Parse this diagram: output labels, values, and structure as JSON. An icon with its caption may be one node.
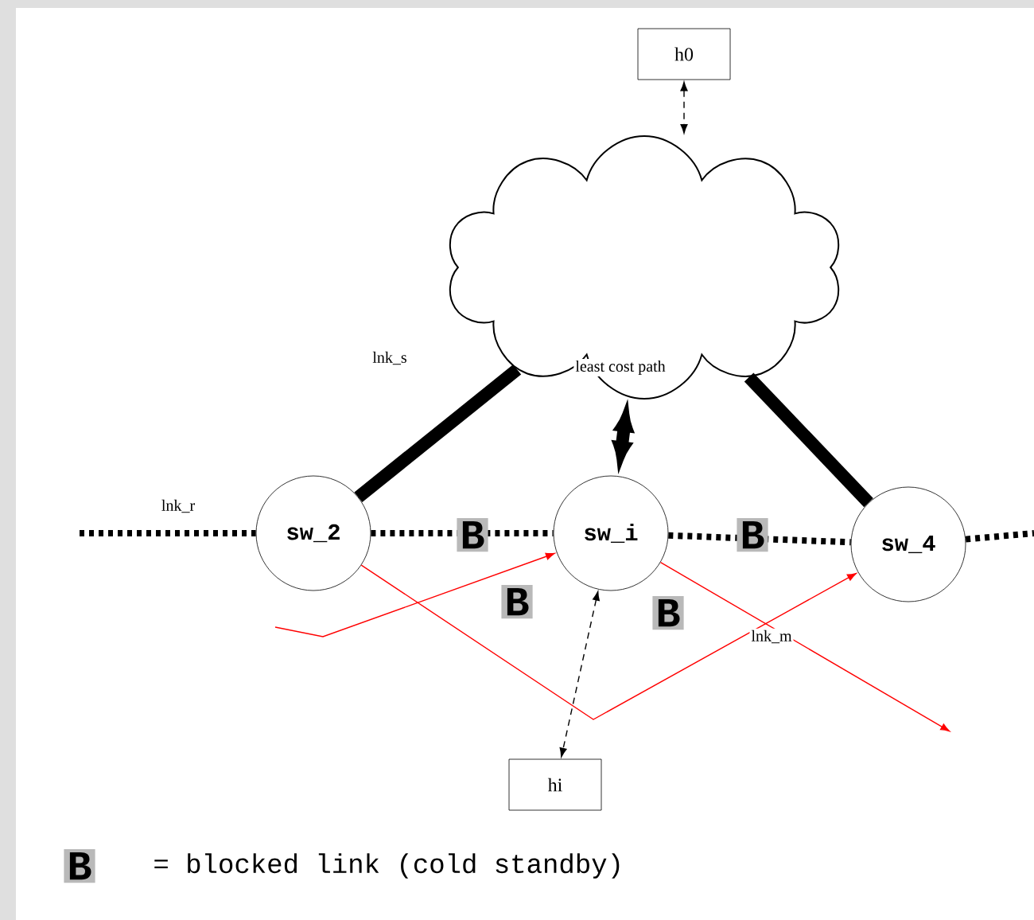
{
  "diagram": {
    "nodes": [
      {
        "text": [
          "h0"
        ]
      },
      {
        "text": [],
        "shape": "cloud"
      },
      {
        "text": [
          "sw_2"
        ]
      },
      {
        "text": [
          "sw_i"
        ]
      },
      {
        "text": [
          "sw_4"
        ]
      },
      {
        "text": [
          "hi"
        ]
      }
    ],
    "edges": [
      {
        "from": 0,
        "to": 1,
        "arrow": "both",
        "style": "dashed"
      },
      {
        "from": 1,
        "to": 2,
        "arrow": "none",
        "style": "thick",
        "label": "lnk_s"
      },
      {
        "from": 1,
        "to": 3,
        "arrow": "both",
        "style": "thick",
        "label": "least cost path"
      },
      {
        "from": 1,
        "to": 4,
        "arrow": "none",
        "style": "thick"
      },
      {
        "from": null,
        "to": 2,
        "arrow": "none",
        "style": "dashed",
        "label": "lnk_r"
      },
      {
        "from": 2,
        "to": 3,
        "arrow": "none",
        "style": "dashed"
      },
      {
        "from": 3,
        "to": 4,
        "arrow": "none",
        "style": "dashed"
      },
      {
        "from": 4,
        "to": null,
        "arrow": "none",
        "style": "dashed"
      },
      {
        "from": 3,
        "to": 5,
        "arrow": "both",
        "style": "dashed"
      },
      {
        "from": 2,
        "to": 4,
        "arrow": "to",
        "color": "#ff0000"
      },
      {
        "from": null,
        "to": 3,
        "arrow": "to",
        "color": "#ff0000"
      },
      {
        "from": 3,
        "to": null,
        "arrow": "to",
        "color": "#ff0000",
        "label": "lnk_m"
      }
    ],
    "labels": [
      "B",
      "B",
      "B",
      "B",
      "B",
      "= blocked link (cold standby)"
    ]
  }
}
